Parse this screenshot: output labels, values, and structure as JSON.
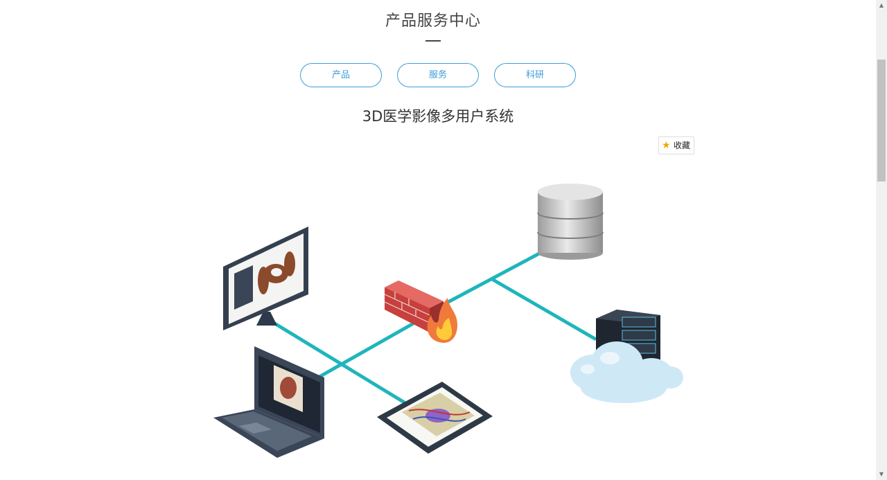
{
  "section": {
    "title": "产品服务中心"
  },
  "tabs": [
    {
      "label": "产品"
    },
    {
      "label": "服务"
    },
    {
      "label": "科研"
    }
  ],
  "product": {
    "title": "3D医学影像多用户系统"
  },
  "favorite": {
    "label": "收藏",
    "icon": "star-icon",
    "icon_color": "#f0a800"
  },
  "colors": {
    "accent": "#3a9bd9",
    "network_line": "#1fb5bc",
    "firewall_brick": "#d94a47"
  },
  "illustration": {
    "nodes": [
      "monitor-icon",
      "laptop-icon",
      "tablet-icon",
      "firewall-icon",
      "database-icon",
      "cloud-server-icon"
    ]
  }
}
